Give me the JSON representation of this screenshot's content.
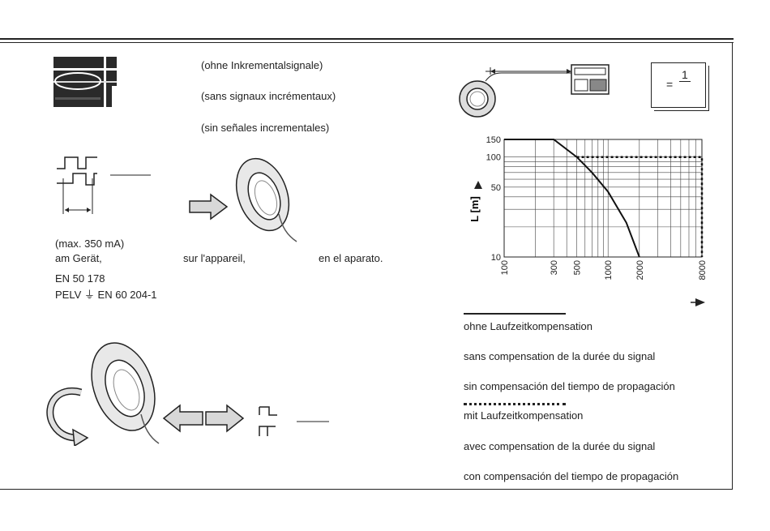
{
  "top_left": {
    "signal_notes": [
      "(ohne Inkrementalsignale)",
      "(sans signaux incrémentaux)",
      "(sin señales incrementales)"
    ],
    "current_note": "(max. 350 mA)",
    "device_labels": [
      "am Gerät,",
      "sur l'appareil,",
      "en el aparato."
    ],
    "standard_1": "EN 50 178",
    "standard_2_prefix": "PELV",
    "standard_2_suffix": "EN 60 204-1"
  },
  "top_right": {
    "ratio_prefix": "=",
    "ratio_numerator": "1"
  },
  "chart_data": {
    "type": "line",
    "ylabel": "L [m]",
    "xlabel": "",
    "x_scale": "log",
    "y_scale": "log",
    "x_ticks": [
      "100",
      "300",
      "500",
      "1000",
      "2000",
      "8000"
    ],
    "y_ticks": [
      "150",
      "100",
      "50",
      "10"
    ],
    "xlim": [
      100,
      8000
    ],
    "ylim": [
      10,
      150
    ],
    "grid": true,
    "series": [
      {
        "style": "solid",
        "x": [
          100,
          300,
          500,
          700,
          1000,
          1500,
          2000
        ],
        "y": [
          150,
          150,
          100,
          70,
          45,
          22,
          10
        ]
      },
      {
        "style": "dashed",
        "x": [
          500,
          8000,
          8000
        ],
        "y": [
          100,
          100,
          10
        ]
      }
    ]
  },
  "legend": {
    "solid_lines": [
      "ohne Laufzeitkompensation",
      "sans compensation de la durée du signal",
      "sin compensación del tiempo de propagación"
    ],
    "dashed_lines": [
      "mit Laufzeitkompensation",
      "avec compensation de la durée du signal",
      "con compensación del tiempo de propagación"
    ]
  }
}
